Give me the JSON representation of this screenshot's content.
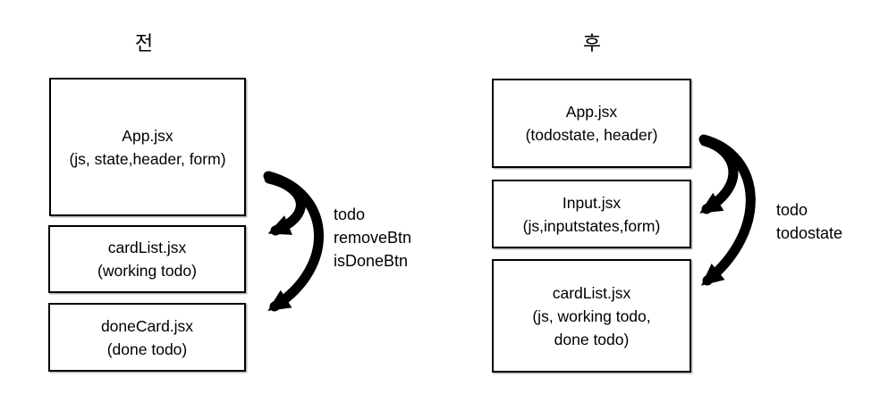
{
  "page": {
    "background_color": "#ffffff",
    "line_color": "#000000"
  },
  "before": {
    "title": "전",
    "boxes": [
      {
        "name": "App.jsx",
        "lines": [
          "App.jsx",
          "(js, state,header, form)"
        ]
      },
      {
        "name": "cardList.jsx",
        "lines": [
          "cardList.jsx",
          "(working todo)"
        ]
      },
      {
        "name": "doneCard.jsx",
        "lines": [
          "doneCard.jsx",
          "(done todo)"
        ]
      }
    ],
    "arrow_labels": [
      "todo",
      "removeBtn",
      "isDoneBtn"
    ]
  },
  "after": {
    "title": "후",
    "boxes": [
      {
        "name": "App.jsx",
        "lines": [
          "App.jsx",
          "(todostate, header)"
        ]
      },
      {
        "name": "Input.jsx",
        "lines": [
          "Input.jsx",
          "(js,inputstates,form)"
        ]
      },
      {
        "name": "cardList.jsx",
        "lines": [
          "cardList.jsx",
          "(js, working todo,",
          "done todo)"
        ]
      }
    ],
    "arrow_labels": [
      "todo",
      "todostate"
    ]
  }
}
